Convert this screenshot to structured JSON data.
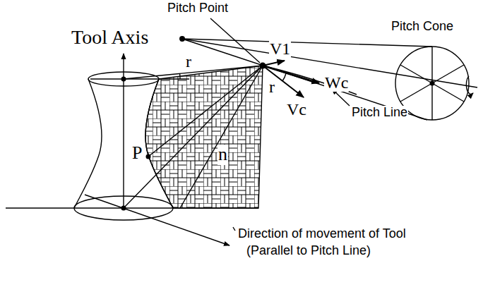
{
  "diagram": {
    "labels": [
      "Pitch Point",
      "Pitch Cone",
      "Tool Axis",
      "r",
      "V1",
      "r",
      "Wc",
      "Vc",
      "Pitch Line",
      "P",
      "n",
      "Direction of movement of Tool",
      "(Parallel to Pitch Line)"
    ]
  }
}
